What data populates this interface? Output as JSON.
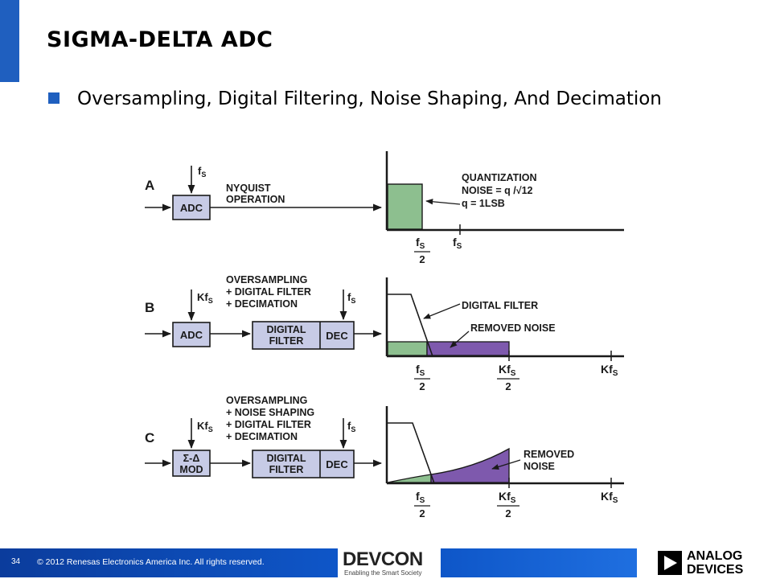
{
  "slide": {
    "title": "SIGMA-DELTA ADC",
    "bullet": "Oversampling, Digital Filtering, Noise Shaping, And Decimation"
  },
  "diagram": {
    "a": {
      "letter": "A",
      "clock": "f",
      "clock_sub": "S",
      "adc": "ADC",
      "caption": [
        "NYQUIST",
        "OPERATION"
      ],
      "note": [
        "QUANTIZATION",
        "NOISE = q /√12",
        "q = 1LSB"
      ],
      "ticks": [
        {
          "main": "f",
          "sub": "S",
          "den": "2"
        },
        {
          "main": "f",
          "sub": "S",
          "den": ""
        }
      ]
    },
    "b": {
      "letter": "B",
      "clock_in": "Kf",
      "clock_in_sub": "S",
      "clock_out": "f",
      "clock_out_sub": "S",
      "adc": "ADC",
      "filter": [
        "DIGITAL",
        "FILTER"
      ],
      "dec": "DEC",
      "caption": [
        "OVERSAMPLING",
        "+ DIGITAL FILTER",
        "+ DECIMATION"
      ],
      "note_filter": "DIGITAL FILTER",
      "note_noise": "REMOVED NOISE",
      "ticks": [
        {
          "main": "f",
          "sub": "S",
          "den": "2"
        },
        {
          "main": "Kf",
          "sub": "S",
          "den": "2"
        },
        {
          "main": "Kf",
          "sub": "S",
          "den": ""
        }
      ]
    },
    "c": {
      "letter": "C",
      "clock_in": "Kf",
      "clock_in_sub": "S",
      "clock_out": "f",
      "clock_out_sub": "S",
      "mod": [
        "Σ-Δ",
        "MOD"
      ],
      "filter": [
        "DIGITAL",
        "FILTER"
      ],
      "dec": "DEC",
      "caption": [
        "OVERSAMPLING",
        "+ NOISE SHAPING",
        "+ DIGITAL FILTER",
        "+ DECIMATION"
      ],
      "note": [
        "REMOVED",
        "NOISE"
      ],
      "ticks": [
        {
          "main": "f",
          "sub": "S",
          "den": "2"
        },
        {
          "main": "Kf",
          "sub": "S",
          "den": "2"
        },
        {
          "main": "Kf",
          "sub": "S",
          "den": ""
        }
      ]
    },
    "colors": {
      "box_fill": "#c7cbe6",
      "noise_green": "#8dbf8f",
      "removed_purple": "#7e59ad",
      "accent_blue": "#1f5fbf"
    }
  },
  "footer": {
    "page_number": "34",
    "copyright": "© 2012 Renesas Electronics America Inc. All rights reserved.",
    "devcon_logo": "DEVCON",
    "devcon_tagline": "Enabling the Smart Society",
    "adi_logo": [
      "ANALOG",
      "DEVICES"
    ]
  }
}
